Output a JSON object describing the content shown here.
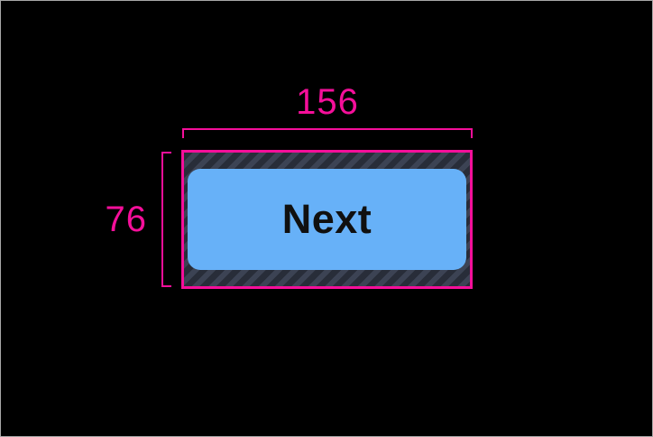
{
  "colors": {
    "accent": "#F50F9A",
    "canvas-bg": "#000000",
    "frame-border": "#A8A8A8",
    "button-fill": "#67B1F8",
    "button-text": "#101010",
    "hatch-bg": "#3C4354",
    "hatch-stripe": "#282D39"
  },
  "dimensions": {
    "width_label": "156",
    "height_label": "76"
  },
  "button": {
    "label": "Next"
  }
}
